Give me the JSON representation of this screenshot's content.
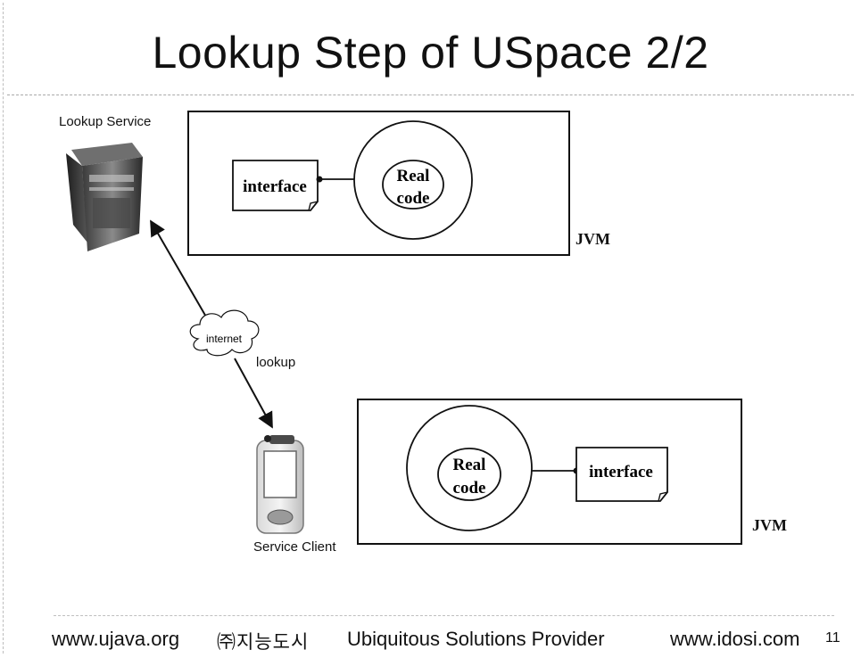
{
  "slide": {
    "title": "Lookup Step of USpace 2/2"
  },
  "diagram": {
    "lookup_service_label": "Lookup Service",
    "service_client_label": "Service Client",
    "internet_label": "internet",
    "lookup_label": "lookup",
    "top_jvm": {
      "jvm_label": "JVM",
      "interface_label": "interface",
      "real_code_line1": "Real",
      "real_code_line2": "code"
    },
    "bottom_jvm": {
      "jvm_label": "JVM",
      "interface_label": "interface",
      "real_code_line1": "Real",
      "real_code_line2": "code"
    }
  },
  "footer": {
    "left_url": "www.ujava.org",
    "korean_company": "㈜지능도시",
    "tagline": "Ubiquitous Solutions Provider",
    "right_url": "www.idosi.com",
    "page_number": "11"
  }
}
